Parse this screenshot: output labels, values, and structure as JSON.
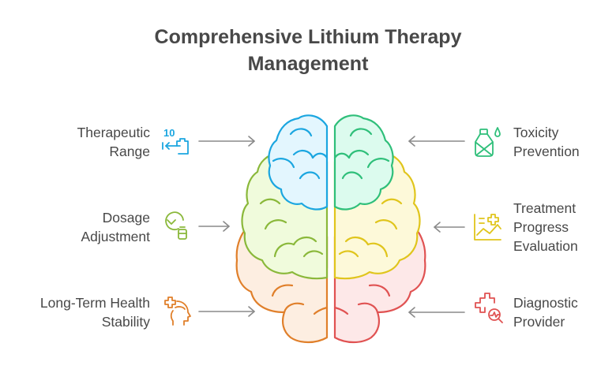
{
  "title": {
    "line1": "Comprehensive Lithium Therapy",
    "line2": "Management"
  },
  "items": [
    {
      "side": "left",
      "lines": [
        "Therapeutic",
        "Range"
      ],
      "icon": "range-arrow-icon",
      "color": "#1ba6e0",
      "icon_text": "10"
    },
    {
      "side": "left",
      "lines": [
        "Dosage",
        "Adjustment"
      ],
      "icon": "clock-bottle-icon",
      "color": "#8ab83a"
    },
    {
      "side": "left",
      "lines": [
        "Long-Term Health",
        "Stability"
      ],
      "icon": "head-plus-icon",
      "color": "#e07f2a"
    },
    {
      "side": "right",
      "lines": [
        "Toxicity",
        "Prevention"
      ],
      "icon": "crossed-bottle-drop-icon",
      "color": "#2fbf7a"
    },
    {
      "side": "right",
      "lines": [
        "Treatment",
        "Progress",
        "Evaluation"
      ],
      "icon": "chart-plus-icon",
      "color": "#e0c51c"
    },
    {
      "side": "right",
      "lines": [
        "Diagnostic",
        "Provider"
      ],
      "icon": "cross-magnifier-icon",
      "color": "#e05252"
    }
  ],
  "colors": {
    "text": "#484848",
    "arrow": "#8a8a8a",
    "blue": "#1ba6e0",
    "blue_fill": "#e3f6fe",
    "green": "#2fbf7a",
    "green_fill": "#dcfbee",
    "lime": "#8ab83a",
    "lime_fill": "#f0fbdc",
    "yellow": "#e0c51c",
    "yellow_fill": "#fdf9d9",
    "orange": "#e07f2a",
    "orange_fill": "#fdeee1",
    "red": "#e05252",
    "red_fill": "#fde8e8"
  }
}
